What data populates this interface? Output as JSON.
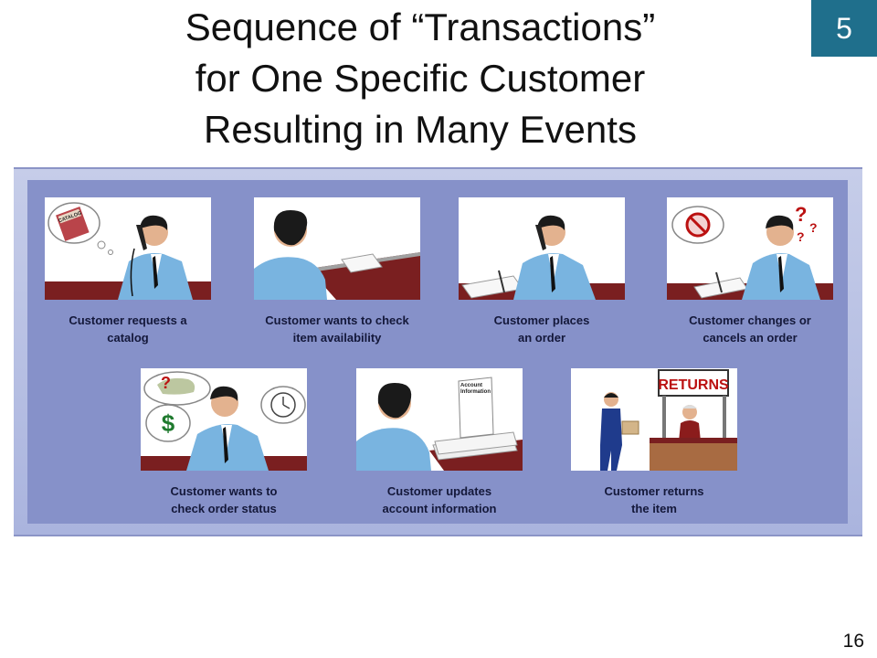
{
  "slide": {
    "title_lines": [
      "Sequence of “Transactions”",
      "for One Specific Customer",
      "Resulting in Many Events"
    ],
    "badge_number": "5",
    "page_number": "16"
  },
  "figure": {
    "events": [
      {
        "caption_lines": [
          "Customer requests a",
          "catalog"
        ],
        "image_label": "CATALOG",
        "icon": "phone-catalog-icon"
      },
      {
        "caption_lines": [
          "Customer wants to check",
          "item availability"
        ],
        "icon": "desk-paper-icon"
      },
      {
        "caption_lines": [
          "Customer places",
          "an order"
        ],
        "icon": "phone-writing-icon"
      },
      {
        "caption_lines": [
          "Customer changes or",
          "cancels an order"
        ],
        "image_label": "?",
        "icon": "phone-cancel-icon"
      },
      {
        "caption_lines": [
          "Customer wants to",
          "check order status"
        ],
        "image_label": "$",
        "icon": "phone-status-icon"
      },
      {
        "caption_lines": [
          "Customer updates",
          "account information"
        ],
        "image_label": "Account Information",
        "icon": "account-document-icon"
      },
      {
        "caption_lines": [
          "Customer returns",
          "the item"
        ],
        "image_label": "RETURNS",
        "icon": "returns-counter-icon"
      }
    ]
  },
  "colors": {
    "badge": "#1f6f8c",
    "panel": "#8691c9",
    "shirt": "#79b4e0",
    "desk": "#7a1f20"
  }
}
